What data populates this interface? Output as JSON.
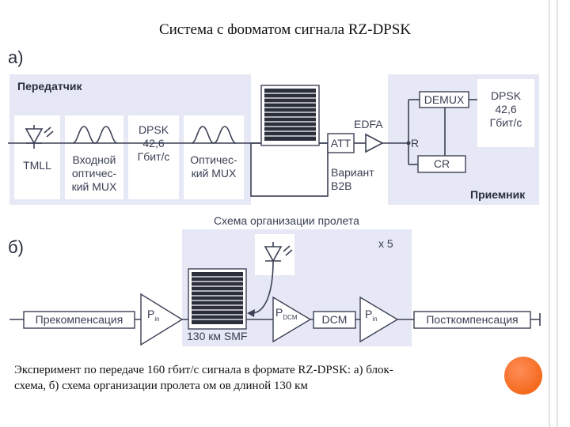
{
  "slide": {
    "title": "Система с форматом сигнала RZ-DPSK",
    "caption": "Эксперимент по передаче 160 гбит/с сигнала в формате RZ-DPSK: а) блок-схема, б) схема организации пролета ом ов длиной 130 км"
  },
  "diagram_a": {
    "panel_label": "а)",
    "transmitter_label": "Передатчик",
    "receiver_label": "Приемник",
    "tmll": "TMLL",
    "input_mux": [
      "Входной",
      "оптичес-",
      "кий MUX"
    ],
    "dpsk_tx": [
      "DPSK",
      "42,6",
      "Гбит/с"
    ],
    "optical_mux": [
      "Оптичес-",
      "кий MUX"
    ],
    "att": "ATT",
    "edfa": "EDFA",
    "variant": [
      "Вариант",
      "B2B"
    ],
    "r_label": "R",
    "demux": "DEMUX",
    "cr": "CR",
    "dpsk_rx": [
      "DPSK",
      "42,6",
      "Гбит/с"
    ]
  },
  "diagram_b": {
    "panel_label": "б)",
    "span_title": "Схема организации пролета",
    "repeat": "x 5",
    "precompensation": "Прекомпенсация",
    "postcompensation": "Посткомпенсация",
    "p_in": "P",
    "p_in_sub": "in",
    "p_dcm": "P",
    "p_dcm_sub": "DCM",
    "dcm": "DCM",
    "p_out": "P",
    "p_out_sub": "in",
    "smf": "130 км SMF"
  },
  "colors": {
    "panel": "#e6e9f5",
    "line": "#3b4054",
    "accent_circle": "#f46a1f"
  }
}
